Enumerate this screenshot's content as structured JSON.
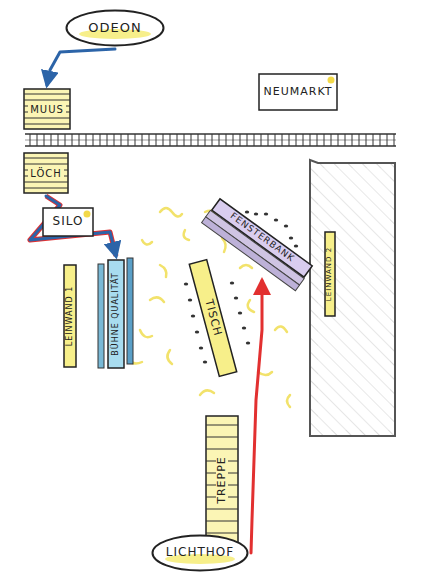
{
  "diagram": {
    "nodes": [
      {
        "text": [
          "ODEON"
        ]
      },
      {
        "text": [
          "NEUMARKT"
        ]
      },
      {
        "text": [
          "MUUS"
        ]
      },
      {
        "text": [
          "LÖCH"
        ]
      },
      {
        "text": [
          "SILO"
        ]
      },
      {
        "text": [
          "FENSTERBANK"
        ]
      },
      {
        "text": [
          "LEINWAND 1"
        ]
      },
      {
        "text": [
          "BÜHNE QUALITÄT"
        ]
      },
      {
        "text": [
          "TISCH"
        ]
      },
      {
        "text": [
          "LEINWAND 2"
        ]
      },
      {
        "text": [
          "TREPPE"
        ]
      },
      {
        "text": [
          "LICHTHOF"
        ]
      }
    ],
    "edges": [
      {
        "from": 0,
        "to": 2,
        "arrow": "to"
      },
      {
        "from": 3,
        "to": 7,
        "arrow": "to"
      },
      {
        "from": 11,
        "to": 5,
        "arrow": "to"
      }
    ]
  }
}
